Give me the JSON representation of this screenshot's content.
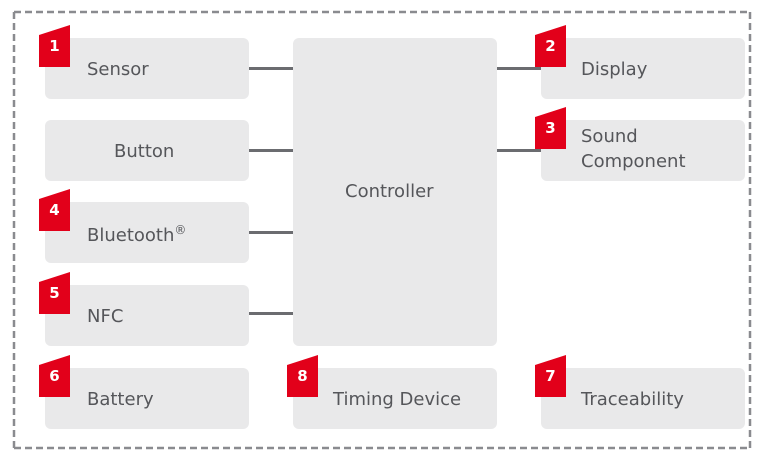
{
  "colors": {
    "box_fill": "#e9e9ea",
    "text": "#55565a",
    "badge_red": "#e2001a",
    "badge_dark": "#b00015",
    "connector": "#6b6c70",
    "border": "#8a8b8f"
  },
  "diagram": {
    "sensor": {
      "number": "1",
      "label": "Sensor"
    },
    "display": {
      "number": "2",
      "label": "Display"
    },
    "sound": {
      "number": "3",
      "label_line1": "Sound",
      "label_line2": "Component"
    },
    "button": {
      "label": "Button"
    },
    "controller": {
      "label": "Controller"
    },
    "bluetooth": {
      "number": "4",
      "label": "Bluetooth",
      "mark": "®"
    },
    "nfc": {
      "number": "5",
      "label": "NFC"
    },
    "battery": {
      "number": "6",
      "label": "Battery"
    },
    "traceability": {
      "number": "7",
      "label": "Traceability"
    },
    "timing": {
      "number": "8",
      "label": "Timing Device"
    }
  }
}
